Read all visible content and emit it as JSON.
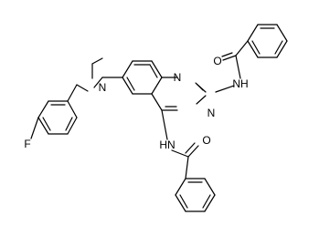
{
  "molecule": {
    "atoms": {
      "o_top": "O",
      "nh_top": "NH",
      "n1": "N",
      "n3": "N",
      "nh_bottom": "HN",
      "o_bottom": "O",
      "n_amine": "N",
      "f": "F"
    }
  },
  "colors": {
    "ink": "#000000",
    "background": "#ffffff"
  }
}
